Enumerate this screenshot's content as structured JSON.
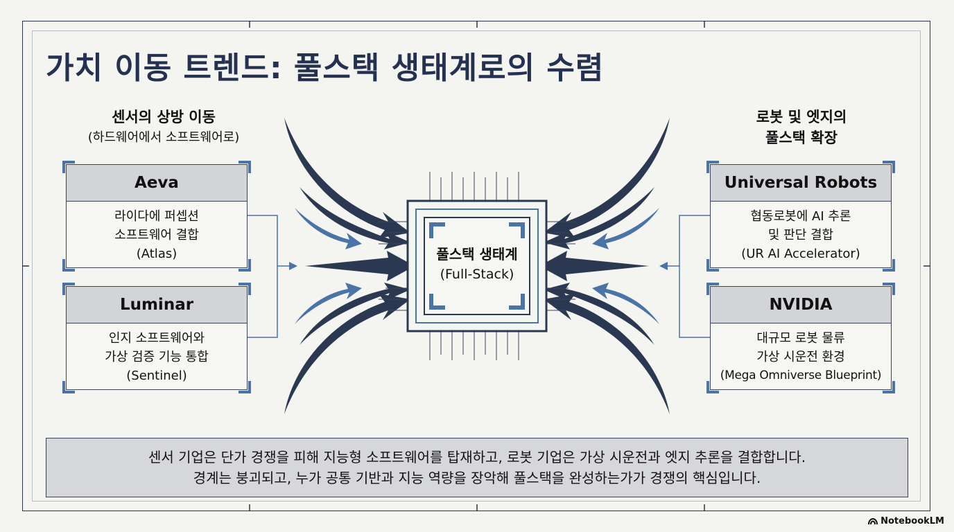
{
  "title": "가치 이동 트렌드: 풀스택 생태계로의 수렴",
  "left_column": {
    "heading": "센서의 상방 이동",
    "subheading": "(하드웨어에서 소프트웨어로)",
    "cards": [
      {
        "name": "Aeva",
        "lines": [
          "라이다에 퍼셉션",
          "소프트웨어 결합",
          "(Atlas)"
        ]
      },
      {
        "name": "Luminar",
        "lines": [
          "인지 소프트웨어와",
          "가상 검증 기능 통합",
          "(Sentinel)"
        ]
      }
    ]
  },
  "right_column": {
    "heading_line1": "로봇 및 엣지의",
    "heading_line2": "풀스택 확장",
    "cards": [
      {
        "name": "Universal Robots",
        "lines": [
          "협동로봇에 AI 추론",
          "및 판단 결합",
          "(UR AI Accelerator)"
        ]
      },
      {
        "name": "NVIDIA",
        "lines": [
          "대규모 로봇 물류",
          "가상 시운전 환경",
          "(Mega Omniverse Blueprint)"
        ]
      }
    ]
  },
  "center": {
    "label": "풀스택 생태계",
    "sublabel": "(Full-Stack)"
  },
  "summary": {
    "line1": "센서 기업은 단가 경쟁을 피해 지능형 소프트웨어를 탑재하고, 로봇 기업은 가상 시운전과 엣지 추론을 결합합니다.",
    "line2": "경계는 붕괴되고, 누가 공통 기반과 지능 역량을 장악해 풀스택을 완성하는가가 경쟁의 핵심입니다."
  },
  "brand": "NotebookLM",
  "colors": {
    "navy": "#2b3852",
    "blue": "#4a73a8",
    "panel": "#d3d4d8"
  }
}
